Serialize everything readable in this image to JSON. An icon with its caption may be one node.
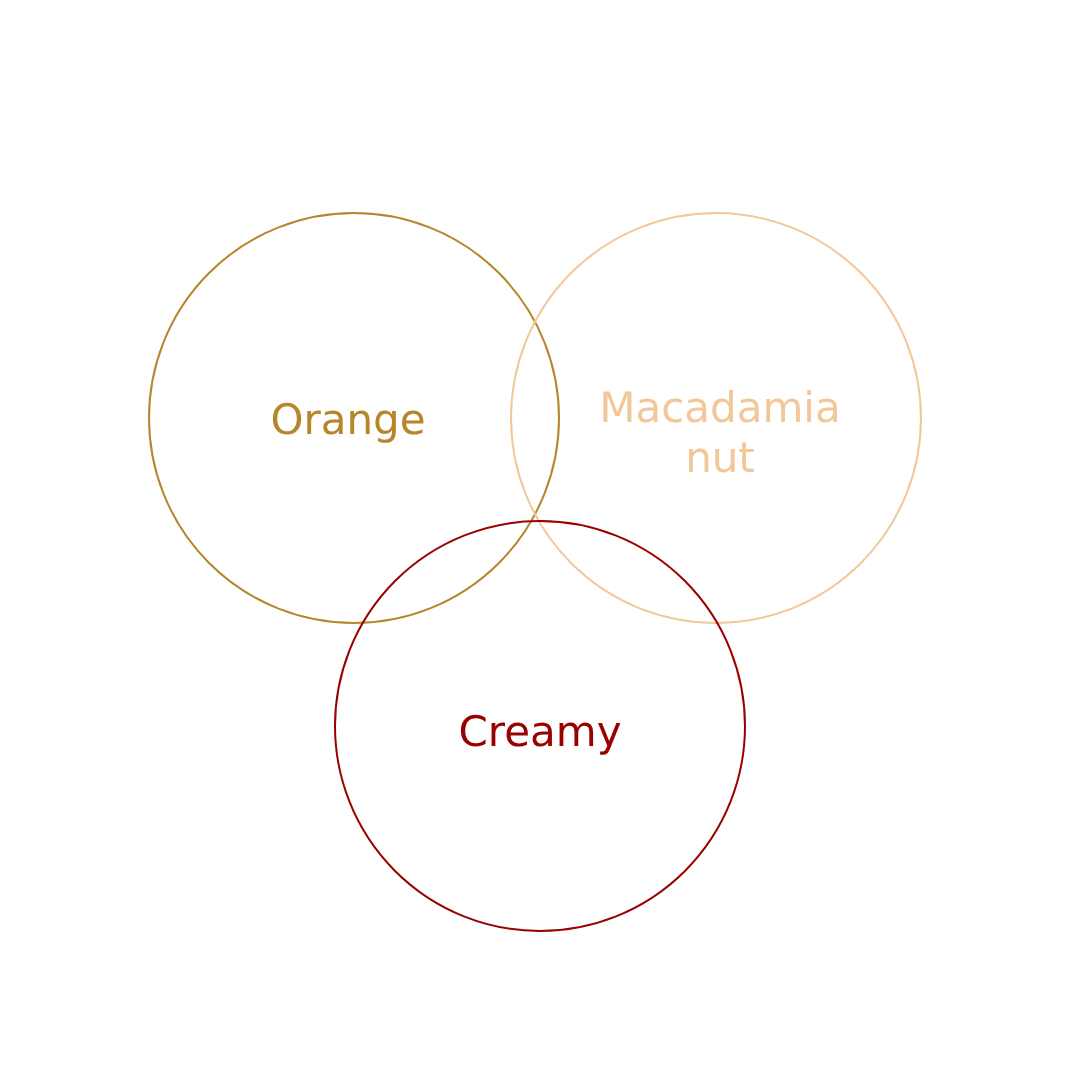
{
  "diagram": {
    "nodes": [
      {
        "text": [
          "Orange"
        ]
      },
      {
        "text": [
          "Macadamia nut"
        ]
      },
      {
        "text": [
          "Creamy"
        ]
      }
    ]
  }
}
